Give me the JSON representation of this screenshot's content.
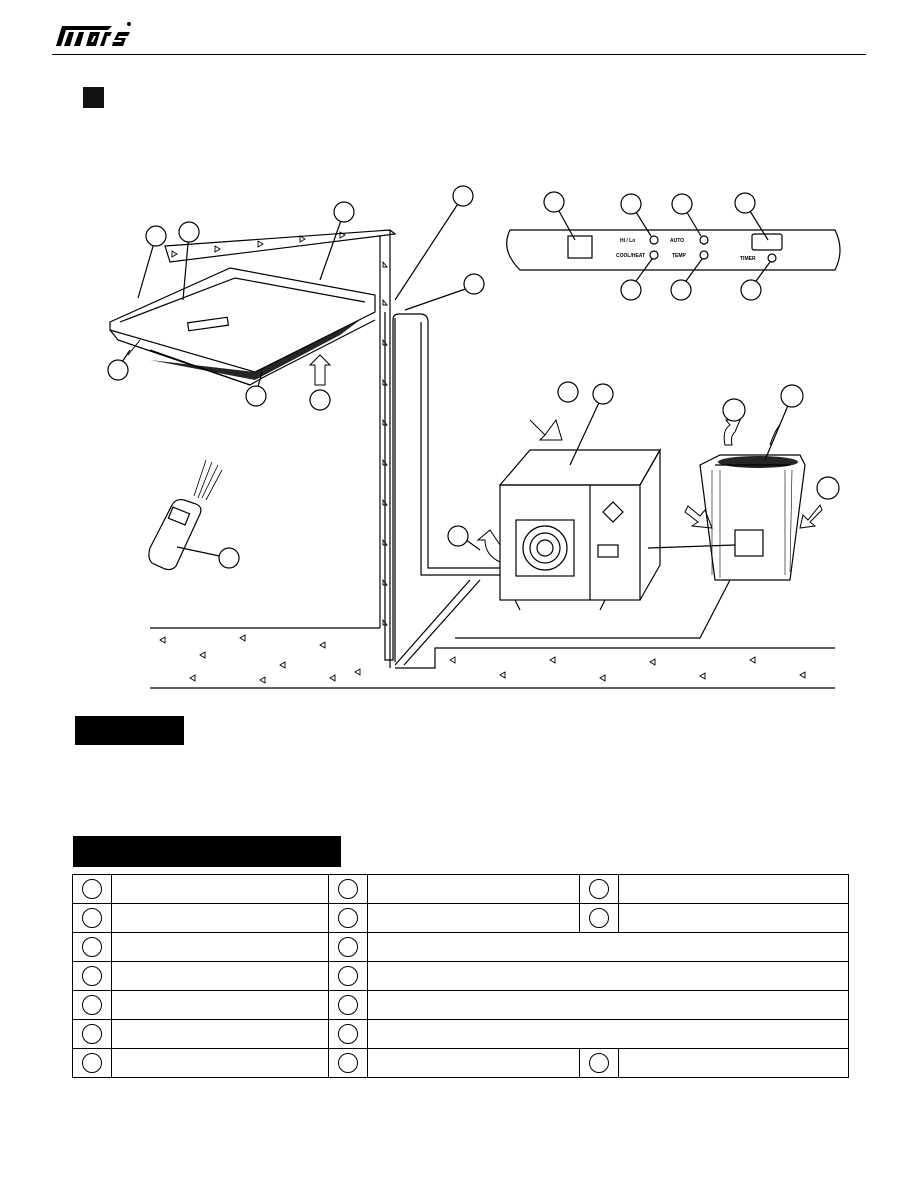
{
  "header": {
    "brand_logo": "mars"
  },
  "control_panel": {
    "labels": [
      "HI / Lo",
      "COOL/HEAT",
      "AUTO",
      "TEMP",
      "TIMER"
    ]
  },
  "parts_table": {
    "rows": [
      [
        "",
        "",
        ""
      ],
      [
        "",
        "",
        ""
      ],
      [
        "",
        ""
      ],
      [
        "",
        ""
      ],
      [
        "",
        ""
      ],
      [
        "",
        ""
      ],
      [
        "",
        "",
        ""
      ]
    ]
  },
  "colors": {
    "ink": "#000000",
    "paper": "#ffffff"
  }
}
